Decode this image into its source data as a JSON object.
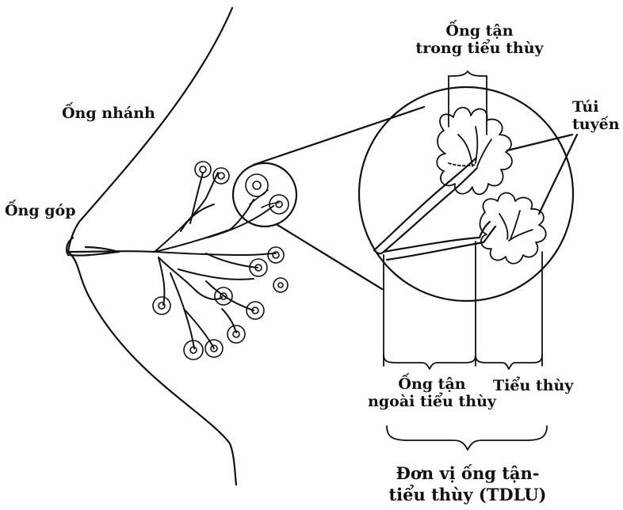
{
  "colors": {
    "ink": "#111111",
    "background": "#ffffff"
  },
  "labels": {
    "ong_gop": "Ống góp",
    "ong_nhanh": "Ống nhánh",
    "ong_tan_trong_line1": "Ống tận",
    "ong_tan_trong_line2": "trong tiểu thùy",
    "tui_tuyen_line1": "Túi",
    "tui_tuyen_line2": "tuyến",
    "ong_tan_ngoai_line1": "Ống tận",
    "ong_tan_ngoai_line2": "ngoài tiểu thùy",
    "tieu_thuy": "Tiểu thùy",
    "tdlu_line1": "Đơn vị ống tận-",
    "tdlu_line2": "tiểu thùy (TDLU)"
  }
}
